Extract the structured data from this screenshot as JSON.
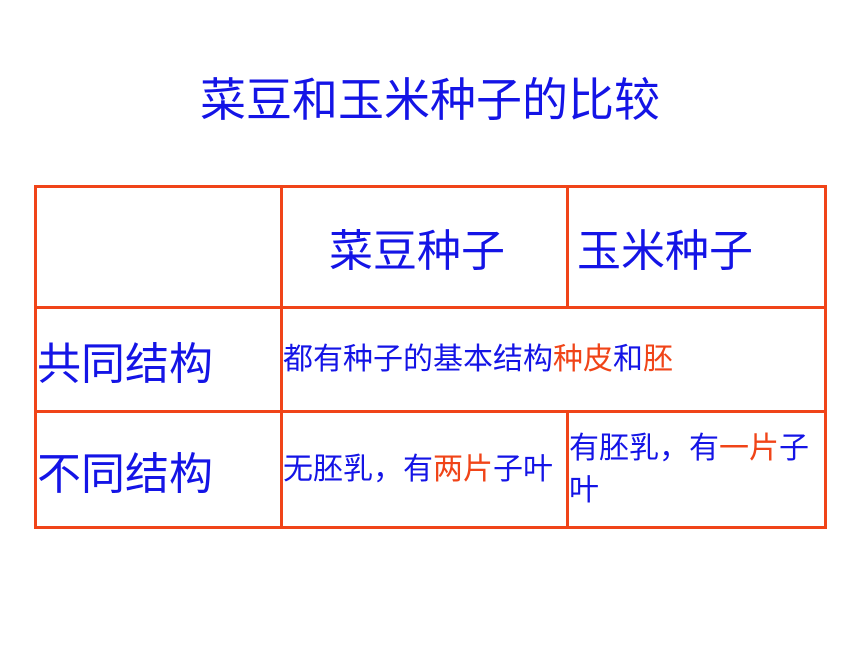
{
  "title": "菜豆和玉米种子的比较",
  "colors": {
    "blue_text": "#1414e6",
    "red_text": "#f04418",
    "border": "#f04418"
  },
  "table": {
    "headers": [
      "",
      "菜豆种子",
      "玉米种子"
    ],
    "rows": [
      {
        "label": "共同结构",
        "merged": {
          "prefix": "都有种子的基本结构",
          "hl1": "种皮",
          "mid": "和",
          "hl2": "胚"
        }
      },
      {
        "label": "不同结构",
        "bean": {
          "prefix": "无胚乳，有",
          "hl": "两片",
          "suffix": "子叶"
        },
        "corn": {
          "prefix": "有胚乳，有",
          "hl": "一片",
          "suffix": "子叶"
        }
      }
    ]
  }
}
